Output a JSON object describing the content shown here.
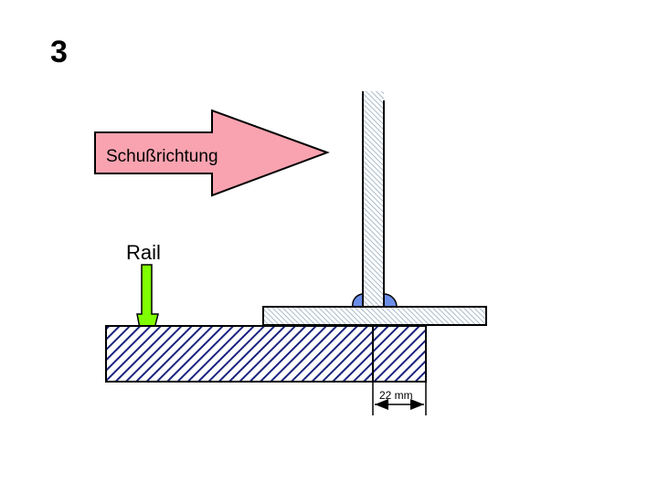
{
  "slide": {
    "number": "3"
  },
  "labels": {
    "direction": "Schußrichtung",
    "rail": "Rail",
    "dimension": "22 mm"
  },
  "colors": {
    "direction_arrow": "#f9a3b0",
    "rail_arrow": "#80ff00",
    "weld": "#6a8ee8",
    "hatch_dark": "#1a237e",
    "hatch_light": "#8fa5b8"
  }
}
